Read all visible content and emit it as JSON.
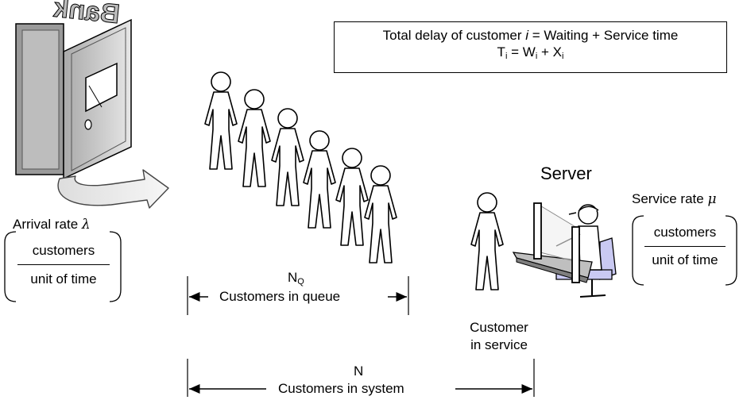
{
  "bank_sign": "Bank",
  "formula": {
    "line1_pre": "Total delay of customer ",
    "line1_var": "i",
    "line1_post": " = Waiting + Service time",
    "line2_T": "T",
    "line2_eq": " = W",
    "line2_plus": " + X",
    "subscript": "i"
  },
  "arrival": {
    "label": "Arrival rate ",
    "symbol": "λ",
    "numerator": "customers",
    "denominator": "unit of time"
  },
  "server": {
    "title": "Server",
    "rate_label": "Service rate ",
    "symbol": "μ",
    "numerator": "customers",
    "denominator": "unit of time"
  },
  "queue": {
    "symbol": "N",
    "subscript": "Q",
    "label": "Customers in queue"
  },
  "in_service": {
    "line1": "Customer",
    "line2": "in service"
  },
  "system": {
    "symbol": "N",
    "label": "Customers in system"
  }
}
